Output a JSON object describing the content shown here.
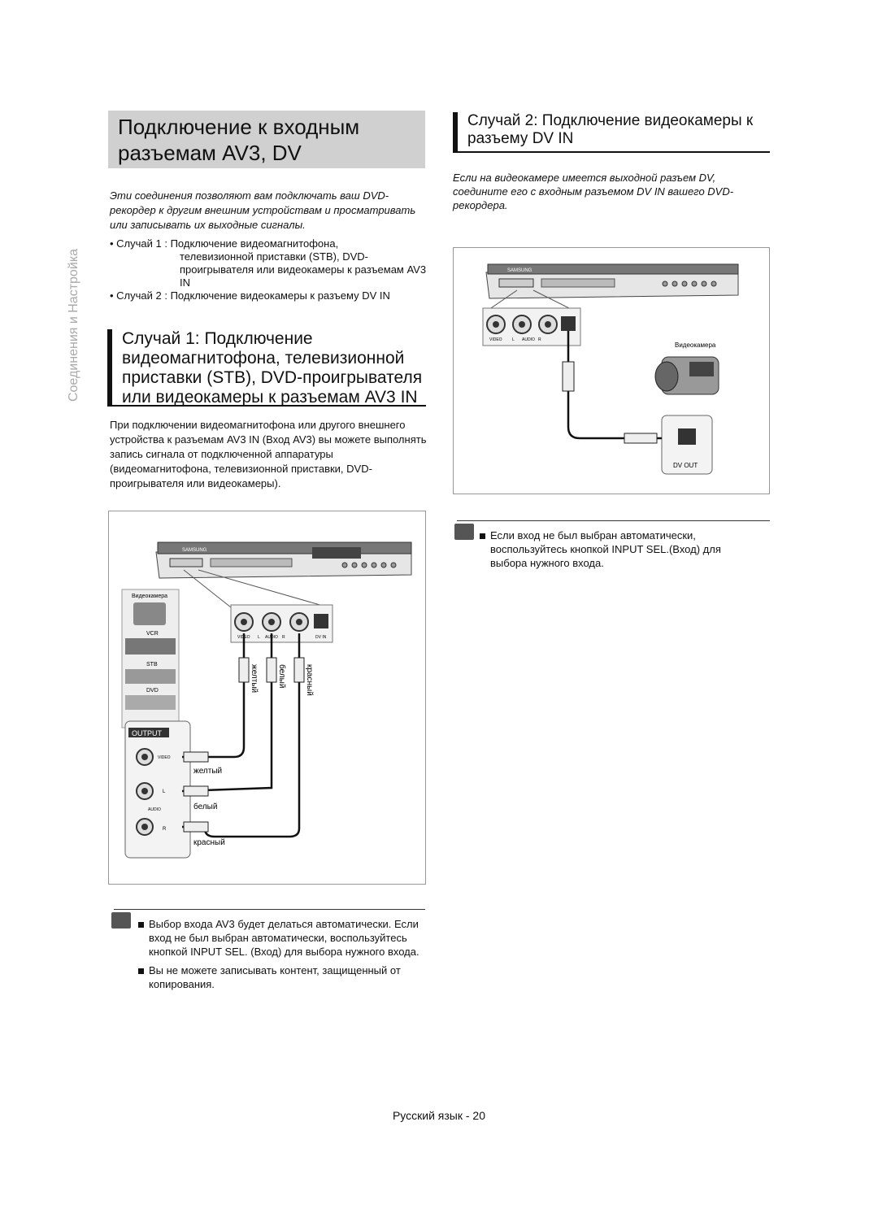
{
  "side_tab": "Соединения и Настройка",
  "title": "Подключение к входным разъемам AV3, DV",
  "intro": "Эти соединения позволяют вам подключать ваш DVD-рекордер к другим внешним устройствам и просматривать или записывать их выходные сигналы.",
  "bullets": {
    "b1_label": "• Случай 1",
    "b1_line1": " : Подключение видеомагнитофона,",
    "b1_cont": "телевизионной приставки (STB), DVD-проигрывателя или видеокамеры к разъемам AV3 IN",
    "b2_label": "• Случай 2",
    "b2_text": " : Подключение видеокамеры к разъему DV IN"
  },
  "section1": {
    "heading": "Случай 1: Подключение видеомагнитофона, телевизионной приставки (STB), DVD-проигрывателя или видеокамеры к разъемам AV3 IN",
    "body": "При подключении видеомагнитофона или другого внешнего устройства к разъемам AV3 IN (Вход AV3) вы можете выполнять запись сигнала от подключенной аппаратуры (видеомагнитофона, телевизионной приставки, DVD-проигрывателя или видеокамеры)."
  },
  "diagram1": {
    "brand": "SAMSUNG",
    "device_labels": [
      "Видеокамера",
      "VCR",
      "STB",
      "DVD"
    ],
    "output_label": "OUTPUT",
    "jack_labels": [
      "VIDEO",
      "L",
      "AUDIO",
      "R",
      "DV IN"
    ],
    "output_jacks": [
      "VIDEO",
      "L",
      "AUDIO",
      "R"
    ],
    "cable_colors_vertical": [
      "желтый",
      "белый",
      "красный"
    ],
    "cable_colors": [
      "желтый",
      "белый",
      "красный"
    ]
  },
  "notes1": [
    "Выбор входа AV3 будет делаться автоматически. Если вход не был выбран автоматически, воспользуйтесь кнопкой INPUT SEL. (Вход) для выбора нужного входа.",
    "Вы не можете записывать контент, защищенный от копирования."
  ],
  "section2": {
    "heading": "Случай 2: Подключение видеокамеры к разъему DV IN",
    "intro": "Если на видеокамере имеется выходной разъем DV, соедините его с входным разъемом DV IN вашего DVD-рекордера."
  },
  "diagram2": {
    "brand": "SAMSUNG",
    "camcorder_label": "Видеокамера",
    "dv_out_label": "DV OUT",
    "jack_labels": [
      "VIDEO",
      "L",
      "AUDIO",
      "R"
    ]
  },
  "notes2": [
    "Если вход не был выбран автоматически, воспользуйтесь кнопкой INPUT SEL.(Вход) для выбора нужного входа."
  ],
  "footer": "Русский язык - 20"
}
